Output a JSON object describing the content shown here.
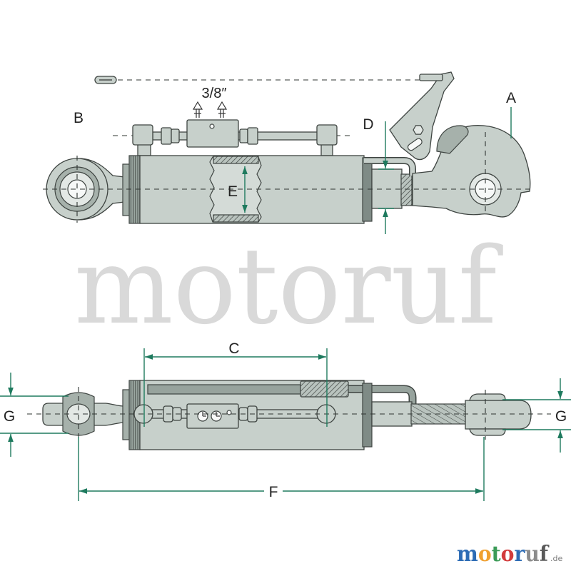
{
  "diagram": {
    "thread_size": "3/8″",
    "labels": {
      "a": "A",
      "b": "B",
      "c": "C",
      "d": "D",
      "e": "E",
      "f": "F",
      "g_left": "G",
      "g_right": "G"
    }
  },
  "watermark": {
    "text": "motoruf"
  },
  "logo": {
    "letters": [
      "m",
      "o",
      "t",
      "o",
      "r",
      "u",
      "f"
    ],
    "suffix": ".de",
    "letter_colors": [
      "#2d6cb5",
      "#f0a030",
      "#3b9b57",
      "#d23c3c",
      "#2d6cb5",
      "#8c8c8c",
      "#5a5a5a"
    ]
  },
  "colors": {
    "dimension": "#1e7a5e",
    "body": "#c7d0cb",
    "outline": "#3e4441",
    "watermark": "#d9d9d9"
  }
}
